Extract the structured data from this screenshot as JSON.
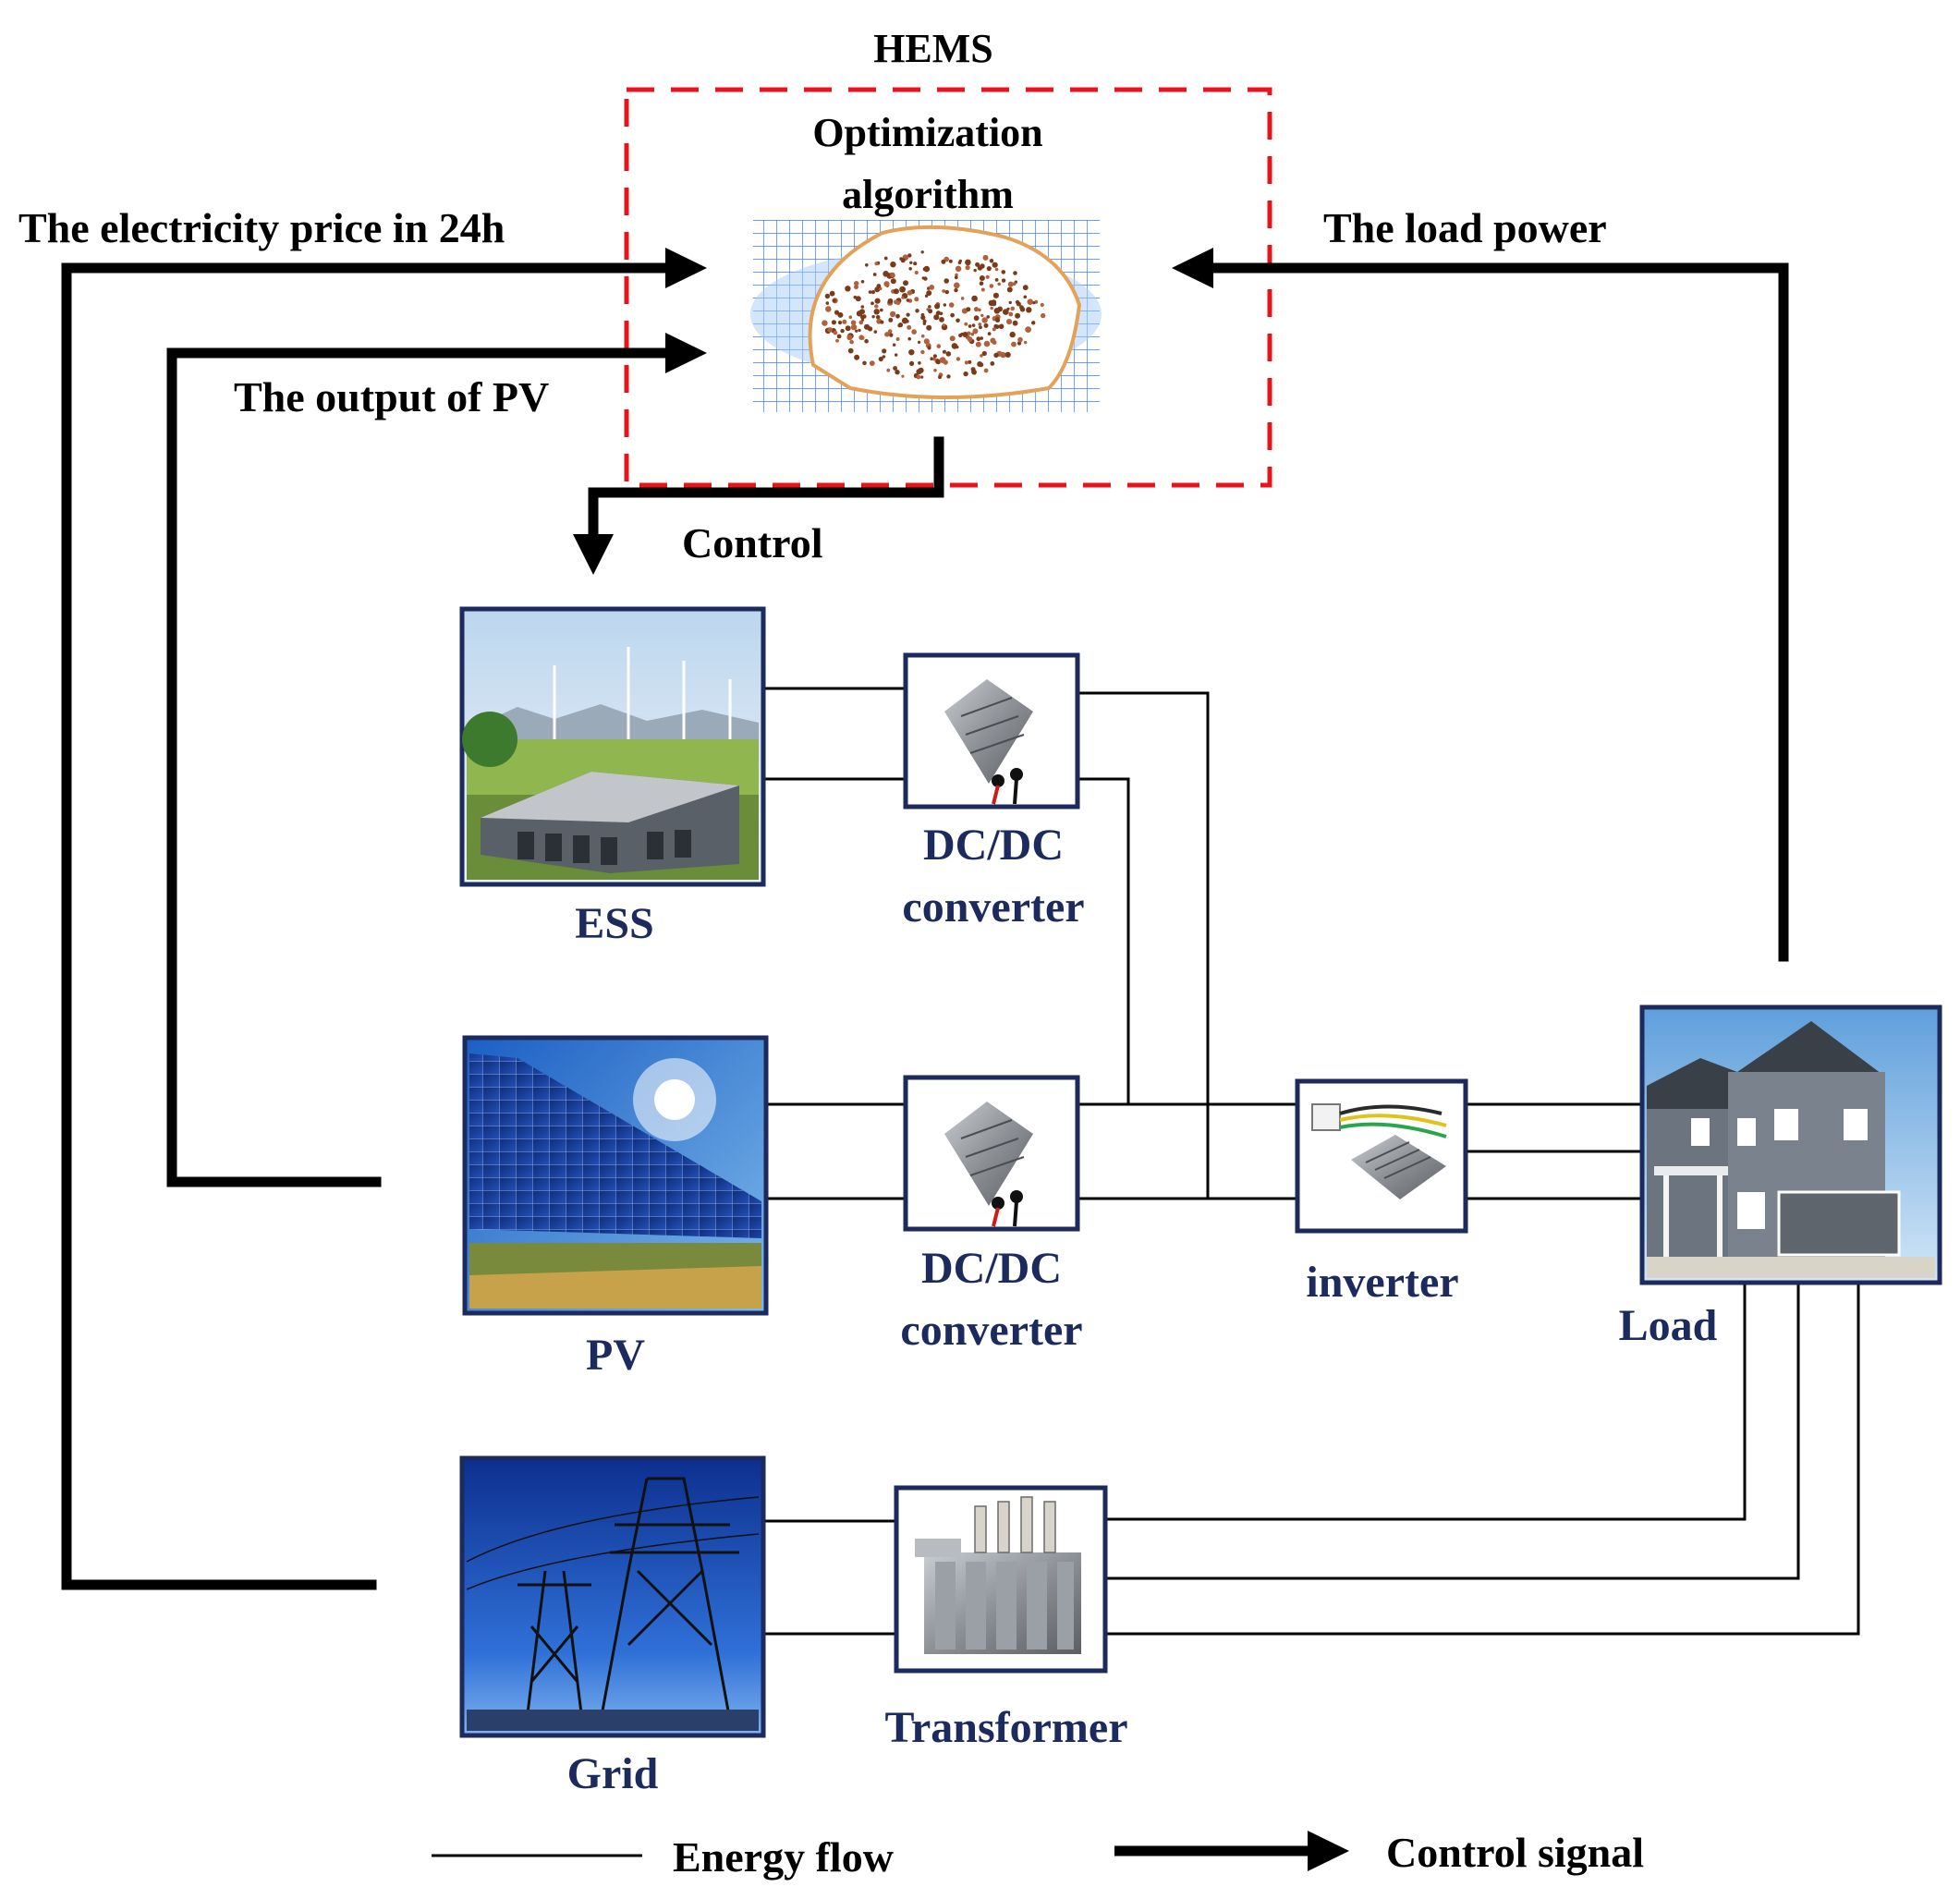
{
  "hems": {
    "title": "HEMS",
    "algorithm_line1": "Optimization",
    "algorithm_line2": "algorithm"
  },
  "signals": {
    "price": "The electricity price in 24h",
    "pv_output": "The output of PV",
    "load_power": "The load power",
    "control": "Control"
  },
  "components": {
    "ess": "ESS",
    "pv": "PV",
    "grid": "Grid",
    "dcdc1_line1": "DC/DC",
    "dcdc1_line2": "converter",
    "dcdc2_line1": "DC/DC",
    "dcdc2_line2": "converter",
    "inverter": "inverter",
    "load": "Load",
    "transformer": "Transformer"
  },
  "legend": {
    "energy_flow": "Energy flow",
    "control_signal": "Control signal"
  },
  "colors": {
    "label_navy": "#1d2a5e",
    "hems_border_red": "#e8141b",
    "box_border_navy": "#1d2a5e",
    "signal_black": "#000000"
  },
  "icons": {
    "algorithm": "optimization-plot-icon",
    "ess": "energy-storage-station-icon",
    "pv": "solar-panel-icon",
    "grid": "transmission-tower-icon",
    "dcdc": "dc-dc-converter-icon",
    "inverter": "inverter-icon",
    "load": "house-icon",
    "transformer": "transformer-icon"
  }
}
